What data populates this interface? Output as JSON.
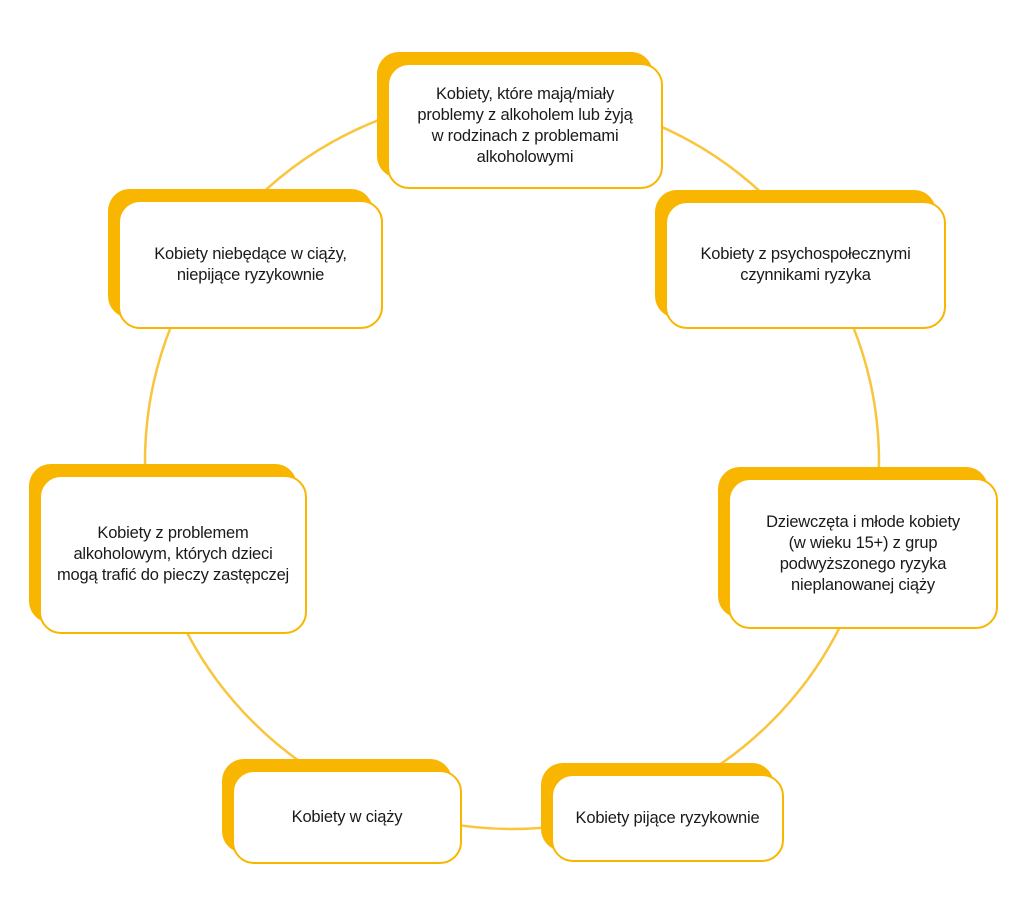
{
  "colors": {
    "accent": "#f8b600",
    "ring": "#f9c53c",
    "box_fill": "#ffffff",
    "text": "#1a1a1a"
  },
  "nodes": [
    {
      "id": "top",
      "label": "Kobiety, które mają/miały\nproblemy z alkoholem lub żyją\nw rodzinach z problemami\nalkoholowymi"
    },
    {
      "id": "upper-right",
      "label": "Kobiety z psychospołecznymi\nczynnikami ryzyka"
    },
    {
      "id": "right",
      "label": "Dziewczęta i młode kobiety\n(w wieku 15+) z grup\npodwyższonego ryzyka\nnieplanowanej ciąży"
    },
    {
      "id": "lower-right",
      "label": "Kobiety pijące ryzykownie"
    },
    {
      "id": "lower-left",
      "label": "Kobiety w ciąży"
    },
    {
      "id": "left",
      "label": "Kobiety z problemem\nalkoholowym, których dzieci\nmogą trafić do pieczy zastępczej"
    },
    {
      "id": "upper-left",
      "label": "Kobiety niebędące w ciąży,\nniepijące ryzykownie"
    }
  ]
}
